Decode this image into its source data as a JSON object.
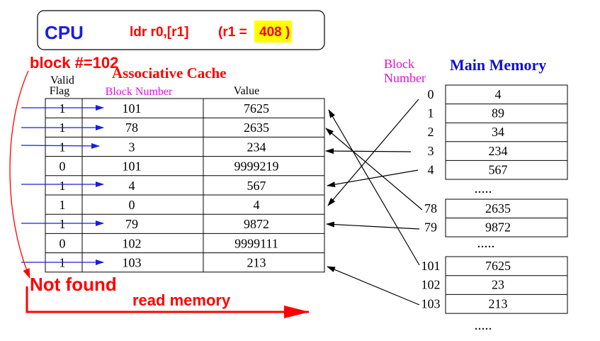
{
  "colors": {
    "cpu_blue": "#1c1cdc",
    "red": "#ff0000",
    "magenta": "#e010e0",
    "highlight": "#ffff00",
    "navy": "#1010d0",
    "black": "#000000"
  },
  "cpu": {
    "label": "CPU",
    "instruction": "ldr r0,[r1]",
    "reg_prefix": "(r1 = ",
    "reg_value": "408",
    "reg_suffix": ")"
  },
  "search_label": "block #=102",
  "cache": {
    "title": "Associative Cache",
    "valid_header_1": "Valid",
    "valid_header_2": "Flag",
    "block_header": "Block Number",
    "value_header": "Value",
    "rows": [
      {
        "valid": "1",
        "block": "101",
        "value": "7625"
      },
      {
        "valid": "1",
        "block": "78",
        "value": "2635"
      },
      {
        "valid": "1",
        "block": "3",
        "value": "234"
      },
      {
        "valid": "0",
        "block": "101",
        "value": "9999219"
      },
      {
        "valid": "1",
        "block": "4",
        "value": "567"
      },
      {
        "valid": "1",
        "block": "0",
        "value": "4"
      },
      {
        "valid": "1",
        "block": "79",
        "value": "9872"
      },
      {
        "valid": "0",
        "block": "102",
        "value": "9999111"
      },
      {
        "valid": "1",
        "block": "103",
        "value": "213"
      }
    ]
  },
  "result_label": "Not found",
  "action_label": "read memory",
  "memory": {
    "title": "Main Memory",
    "block_header_1": "Block",
    "block_header_2": "Number",
    "ellipsis": ".....",
    "group1": [
      {
        "block": "0",
        "value": "4"
      },
      {
        "block": "1",
        "value": "89"
      },
      {
        "block": "2",
        "value": "34"
      },
      {
        "block": "3",
        "value": "234"
      },
      {
        "block": "4",
        "value": "567"
      }
    ],
    "group2": [
      {
        "block": "78",
        "value": "2635"
      },
      {
        "block": "79",
        "value": "9872"
      }
    ],
    "group3": [
      {
        "block": "101",
        "value": "7625"
      },
      {
        "block": "102",
        "value": "23"
      },
      {
        "block": "103",
        "value": "213"
      }
    ]
  }
}
